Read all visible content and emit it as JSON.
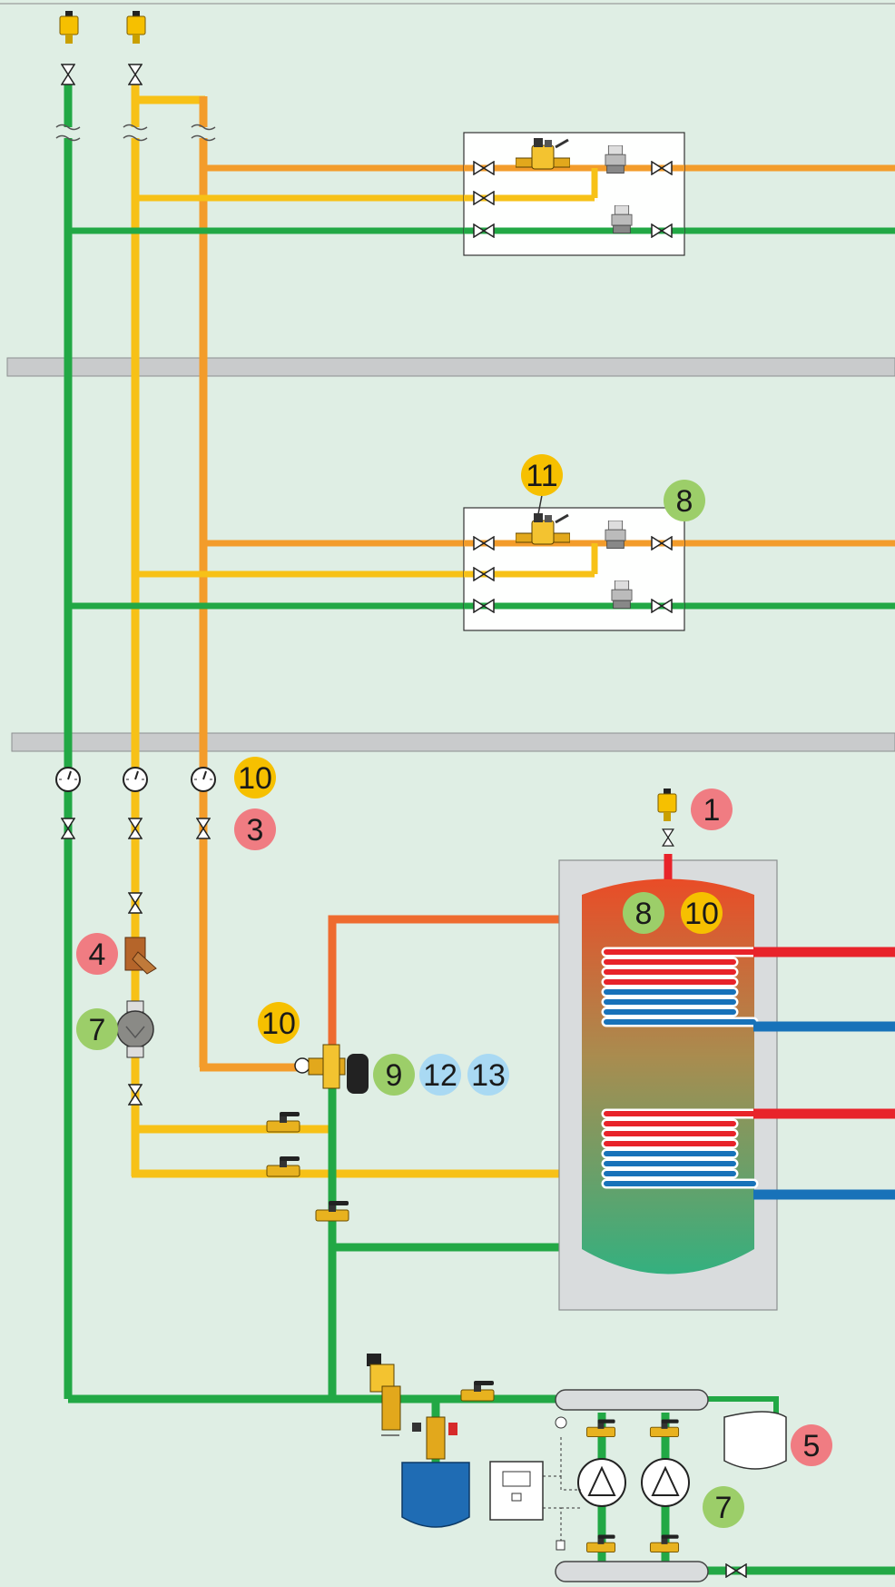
{
  "colors": {
    "background": "#dfeee4",
    "return_pipe": "#22a845",
    "flow_pipe": "#f7c117",
    "recirc_pipe": "#f39c2b",
    "hot_pipe": "#ee6b2f",
    "coil_red": "#e8232a",
    "coil_blue": "#1872b9",
    "badge_red": "#f07c82",
    "badge_green": "#9cce69",
    "badge_yellow": "#f6c000",
    "badge_blue": "#a9d9f3",
    "expansion_vessel": "#1f6cb4",
    "slab": "#c9cbcc"
  },
  "badges": [
    {
      "label": "11"
    },
    {
      "label": "8"
    },
    {
      "label": "10"
    },
    {
      "label": "3"
    },
    {
      "label": "1"
    },
    {
      "label": "8"
    },
    {
      "label": "10"
    },
    {
      "label": "4"
    },
    {
      "label": "7"
    },
    {
      "label": "10"
    },
    {
      "label": "9"
    },
    {
      "label": "12"
    },
    {
      "label": "13"
    },
    {
      "label": "5"
    },
    {
      "label": "7"
    }
  ]
}
